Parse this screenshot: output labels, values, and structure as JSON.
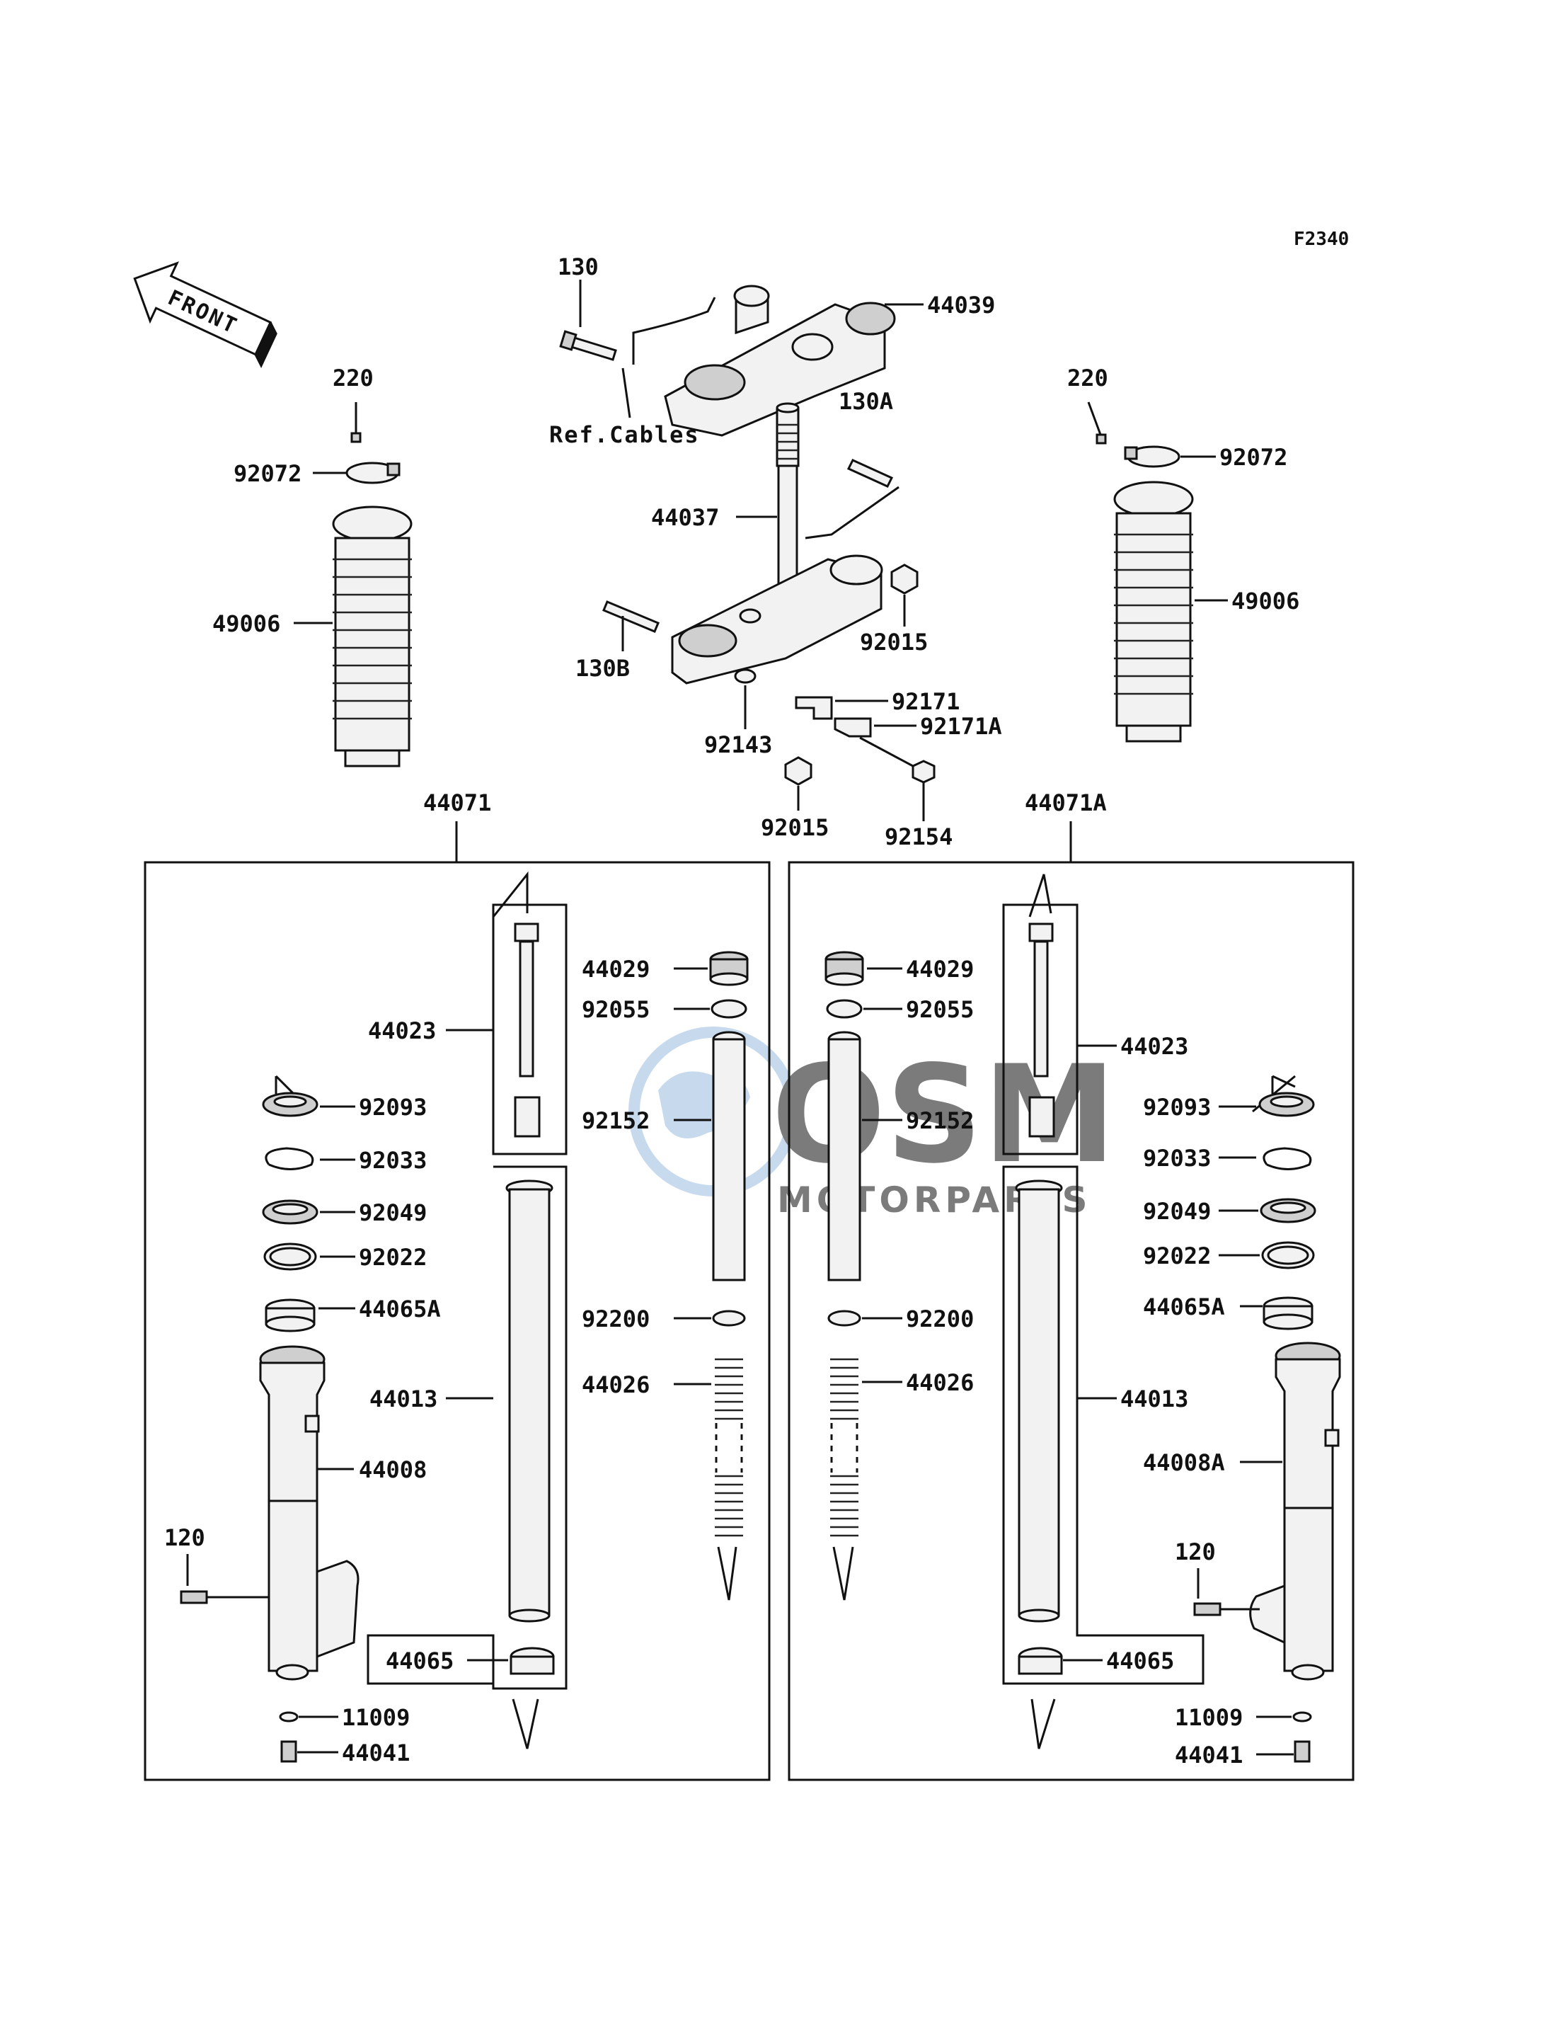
{
  "diagram_code": "F2340",
  "front_label": "FRONT",
  "ref_note": "Ref.Cables",
  "watermark": {
    "brand": "OSM",
    "sub": "MOTORPARTS",
    "color": "#9bbbe0"
  },
  "groups": {
    "left_assembly": "44071",
    "right_assembly": "44071A"
  },
  "labels": {
    "p130": "130",
    "p44039": "44039",
    "p130A": "130A",
    "p44037": "44037",
    "p130B": "130B",
    "p92015_top": "92015",
    "p92171": "92171",
    "p92171A": "92171A",
    "p92143": "92143",
    "p92015_bot": "92015",
    "p92154": "92154",
    "l220": "220",
    "l92072": "92072",
    "l49006": "49006",
    "r220": "220",
    "r92072": "92072",
    "r49006": "49006",
    "l44029": "44029",
    "l92055": "92055",
    "l44023": "44023",
    "l92152": "92152",
    "l92093": "92093",
    "l92033": "92033",
    "l92049": "92049",
    "l92022": "92022",
    "l44065A": "44065A",
    "l92200": "92200",
    "l44026": "44026",
    "l44013": "44013",
    "l44008": "44008",
    "l120": "120",
    "l44065": "44065",
    "l11009": "11009",
    "l44041": "44041",
    "r44029": "44029",
    "r92055": "92055",
    "r44023": "44023",
    "r92152": "92152",
    "r92093": "92093",
    "r92033": "92033",
    "r92049": "92049",
    "r92022": "92022",
    "r44065A": "44065A",
    "r92200": "92200",
    "r44026": "44026",
    "r44013": "44013",
    "r44008A": "44008A",
    "r120": "120",
    "r44065": "44065",
    "r11009": "11009",
    "r44041": "44041"
  }
}
